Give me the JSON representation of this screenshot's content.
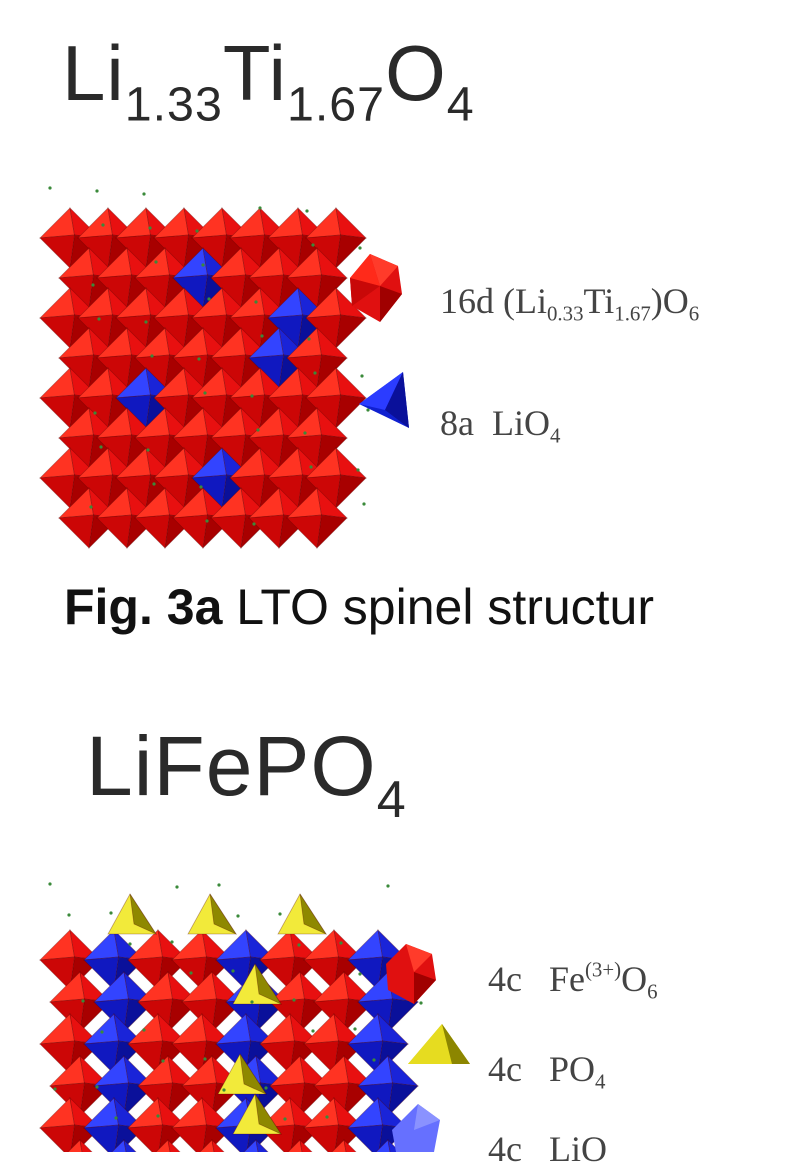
{
  "figures": [
    {
      "formula": {
        "base1": "Li",
        "sub1": "1.33",
        "base2": "Ti",
        "sub2": "1.67",
        "base3": "O",
        "sub3": "4"
      },
      "caption": {
        "label": "Fig. 3a",
        "text": " LTO spinel structur"
      },
      "legend": [
        {
          "site": "16d",
          "species": "(Li",
          "sub_a": "0.33",
          "mid": "Ti",
          "sub_b": "1.67",
          "tail": ")O",
          "sub_c": "6",
          "shape": "red-octahedron",
          "color": "#e01010"
        },
        {
          "site": "8a",
          "species": "LiO",
          "sub_a": "4",
          "shape": "blue-tetrahedron",
          "color": "#1020d0"
        }
      ]
    },
    {
      "formula": {
        "base1": "LiFePO",
        "sub1": "4"
      },
      "legend": [
        {
          "site": "4c",
          "species": "Fe",
          "sup": "(3+)",
          "tail": "O",
          "sub_a": "6",
          "shape": "red-octahedron",
          "color": "#e01010"
        },
        {
          "site": "4c",
          "species": "PO",
          "sub_a": "4",
          "shape": "yellow-tetrahedron",
          "color": "#c8c000"
        },
        {
          "site": "4c",
          "species": "LiO",
          "shape": "blue-octahedron",
          "color": "#1020d0"
        }
      ]
    }
  ]
}
